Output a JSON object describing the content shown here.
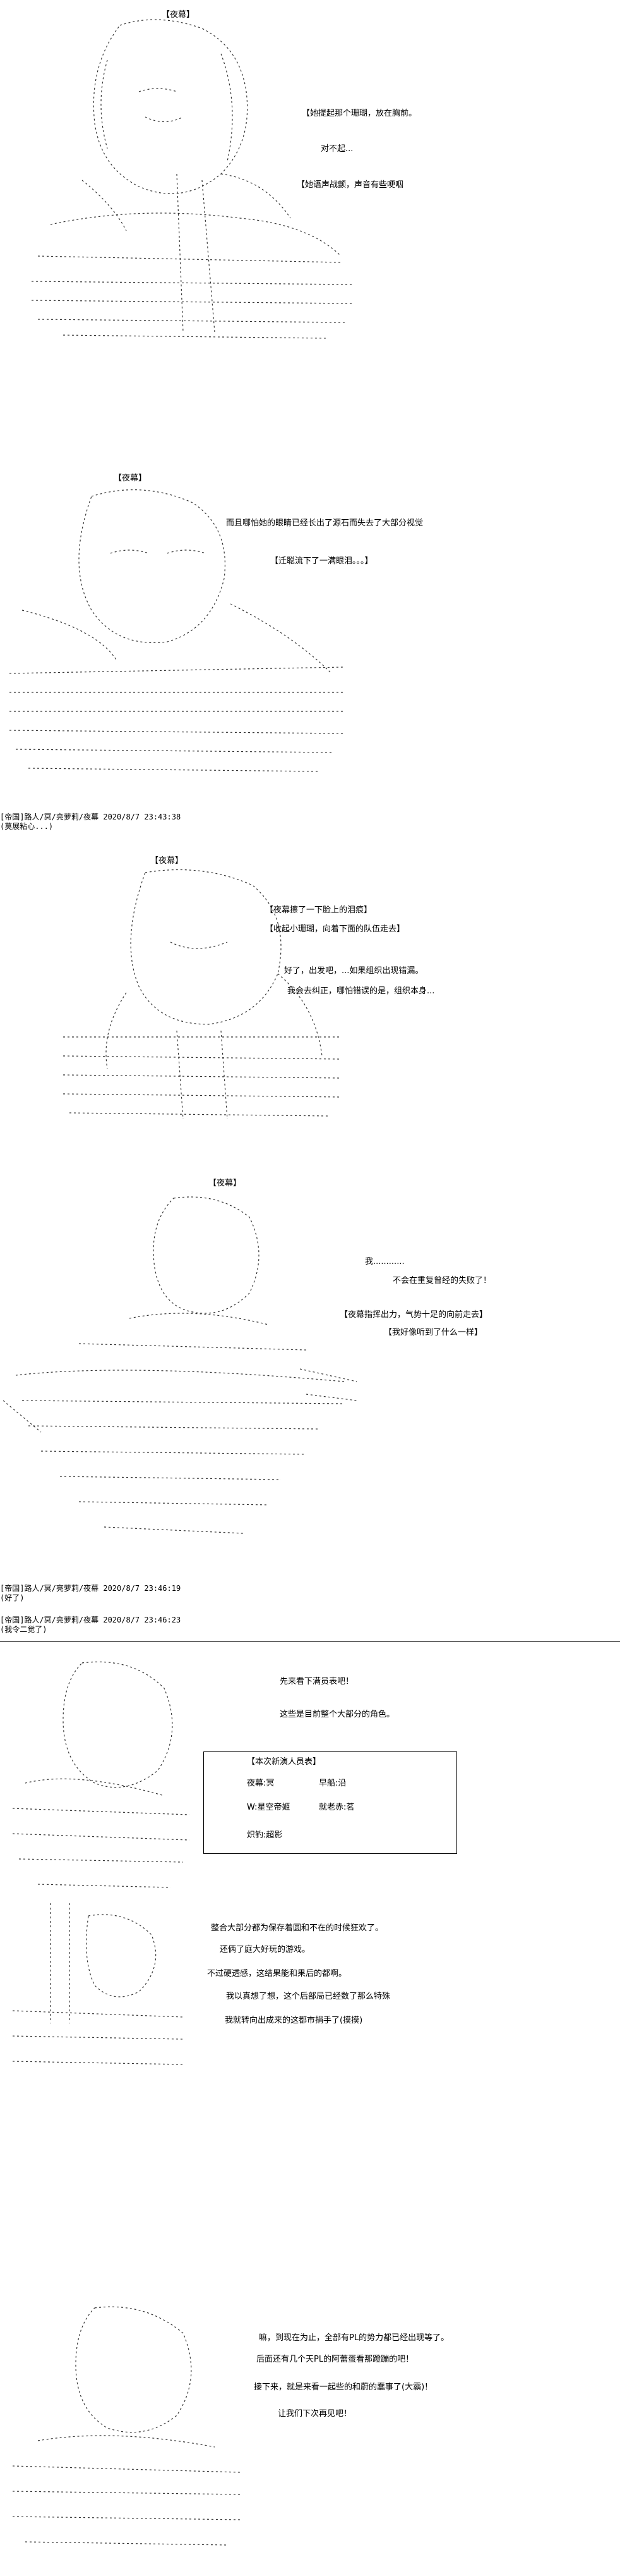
{
  "panels": [
    {
      "name": "【夜幕】",
      "lines": [
        "【她提起那个珊瑚，放在胸前。",
        "对不起...",
        "【她语声战颤，声音有些哽咽"
      ]
    },
    {
      "name": "【夜幕】",
      "lines": [
        "而且哪怕她的眼睛已经长出了源石而失去了大部分视觉",
        "【迁聪流下了一满眼泪。。。】"
      ]
    },
    {
      "name": "【夜幕】",
      "lines": [
        "【夜幕擦了一下脸上的泪痕】",
        "【收起小珊瑚，向着下面的队伍走去】",
        "好了，出发吧，...如果组织出现错漏。",
        "我会去纠正，哪怕错误的是，组织本身..."
      ]
    },
    {
      "name": "【夜幕】",
      "lines": [
        "我............",
        "不会在重复曾经的失败了！",
        "【夜幕指挥出力，气势十足的向前走去】",
        "【我好像听到了什么一样】"
      ]
    }
  ],
  "comments": [
    {
      "header": "[帝国]路人/冥/亮萝莉/夜幕 2020/8/7 23:43:38",
      "body": "(莫展粘心...)"
    },
    {
      "header": "[帝国]路人/冥/亮萝莉/夜幕 2020/8/7 23:46:19",
      "body": "(好了)"
    },
    {
      "header": "[帝国]路人/冥/亮萝莉/夜幕 2020/8/7 23:46:23",
      "body": "(我令二觉了)"
    }
  ],
  "finale": {
    "intro": [
      "先来看下满员表吧！",
      "这些是目前整个大部分的角色。"
    ],
    "cast_box": {
      "title": "【本次新演人员表】",
      "entries": [
        [
          "夜幕:冥",
          "早船:沿"
        ],
        [
          "W:星空帝姬",
          "就老赤:茗"
        ],
        [
          "炽钓:超影",
          ""
        ]
      ]
    },
    "middle": [
      "整合大部分都为保存着圆和不在的时候狂欢了。",
      "还俩了庭大好玩的游戏。",
      "不过硬透感，这结果能和果后的都啊。",
      "我以真想了想，这个后部局已经数了那么特殊",
      "我就转向出成来的这都市捐手了(摸摸)"
    ],
    "ending": [
      "嘛，到现在为止，全部有PL的势力都已经出现等了。",
      "后面还有几个天PL的阿蕾蛋看那蹬蹦的吧！",
      "接下来，就是来看一起些的和蔚的蠢事了(大霸)！",
      "让我们下次再见吧！"
    ]
  }
}
